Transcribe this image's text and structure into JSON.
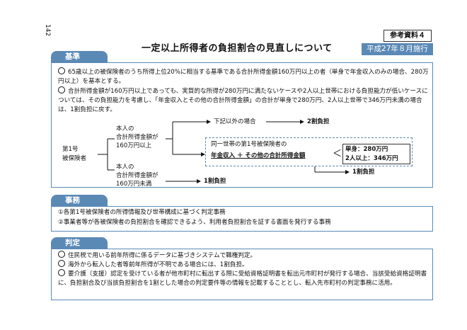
{
  "page_number": "142",
  "ref_label": "参考資料４",
  "title": "一定以上所得者の負担割合の見直しについて",
  "effective_date": "平成27年８月施行",
  "kijun": {
    "tab": "基準",
    "p1": "65歳以上の被保険者のうち所得上位20%に相当する基準である合計所得金額160万円以上の者（単身で年金収入のみの場合、280万円以上）を基本とする。",
    "p2": "合計所得金額が160万円以上であっても、実質的な所得が280万円に満たないケースや2人以上世帯における負担能力が低いケースについては、その負担能力を考慮し、「年金収入とその他の合計所得金額」の合計が単身で280万円、2人以上世帯で346万円未満の場合は、1割負担に戻す。",
    "diagram": {
      "insured": [
        "第1号",
        "被保険者"
      ],
      "upper": [
        "本人の",
        "合計所得金額が",
        "160万円以上"
      ],
      "lower": [
        "本人の",
        "合計所得金額が",
        "160万円未満"
      ],
      "branch_other": "下記以外の場合",
      "result_2wari": "2割負担",
      "same_household": "同一世帯の第1号被保険者の",
      "pension_formula": "年金収入 ＋ その他の合計所得金額",
      "less_than": "＜",
      "single": "単身：280万円",
      "two_plus": "2人以上：346万円",
      "result_1wari_a": "1割負担",
      "result_1wari_b": "1割負担"
    }
  },
  "jimu": {
    "tab": "事務",
    "items": [
      "①各第1号被保険者の所得情報及び世帯構成に基づく判定事務",
      "②事業者等が各被保険者の負担割合を確認できるよう、利用者負担割合を証する書面を発行する事務"
    ]
  },
  "hantei": {
    "tab": "判定",
    "items": [
      "住民税で用いる前年所得に係るデータに基づきシステムで職権判定。",
      "海外から転入した者等前年所得が不明である場合には、1割負担。",
      "要介護（支援）認定を受けている者が他市町村に転出する際に受給資格証明書を転出元市町村が発行する場合、当該受給資格証明書に、負担割合及び当該負担割合を1割とした場合の判定要件等の情報を記載することとし、転入先市町村の判定事務に活用。"
    ]
  },
  "colors": {
    "accent": "#5b89b5"
  }
}
